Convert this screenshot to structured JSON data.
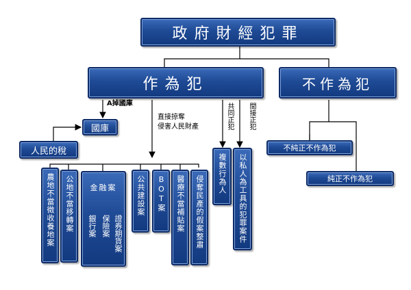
{
  "root": "政府財經犯罪",
  "action": "作為犯",
  "omission": "不作為犯",
  "omission_children": [
    "不純正不作為犯",
    "純正不作為犯"
  ],
  "edge_labels": {
    "embezzle": "A掉國庫",
    "direct": [
      "直接掠奪",
      "侵害人民財產"
    ],
    "joint": "共同正犯",
    "indirect": "間接正犯"
  },
  "treasury": "國庫",
  "people_tax": "人民的稅",
  "cases": [
    "農地不當徵收養地案",
    "公地不當移轉案"
  ],
  "finance": {
    "title": "金融案",
    "subs": [
      "銀行案",
      "保險案",
      "證券期貨案"
    ]
  },
  "more_cases": [
    "公共建設案",
    "BOT案",
    "醫療不當補貼案",
    "侵奪民產的假案整肅"
  ],
  "joint_case": "複數行為人",
  "indirect_case": "以私人為工具的犯罪案件"
}
